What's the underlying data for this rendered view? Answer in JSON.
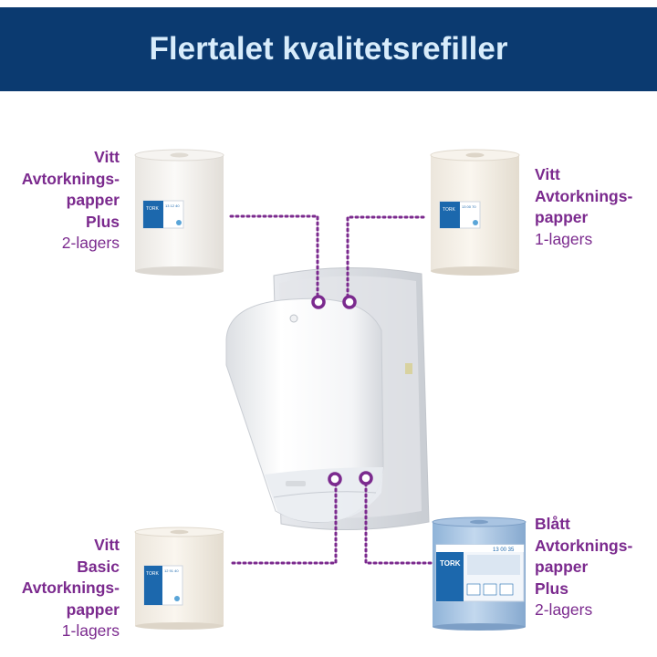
{
  "title": "Flertalet kvalitetsrefiller",
  "products": [
    {
      "name_lines": [
        "Vitt",
        "Avtorknings-",
        "papper",
        "Plus"
      ],
      "ply": "2-lagers",
      "pack_code": "13 12 40"
    },
    {
      "name_lines": [
        "Vitt",
        "Avtorknings-",
        "papper"
      ],
      "ply": "1-lagers",
      "pack_code": "13 00 70"
    },
    {
      "name_lines": [
        "Vitt",
        "Basic",
        "Avtorknings-",
        "papper"
      ],
      "ply": "1-lagers",
      "pack_code": "12 91 40"
    },
    {
      "name_lines": [
        "Blått",
        "Avtorknings-",
        "papper",
        "Plus"
      ],
      "ply": "2-lagers",
      "pack_code": "13 00 35"
    }
  ],
  "brand": "TORK",
  "colors": {
    "banner": "#0b3a70",
    "title": "#d8ecfb",
    "accent": "#7b2a8e"
  }
}
